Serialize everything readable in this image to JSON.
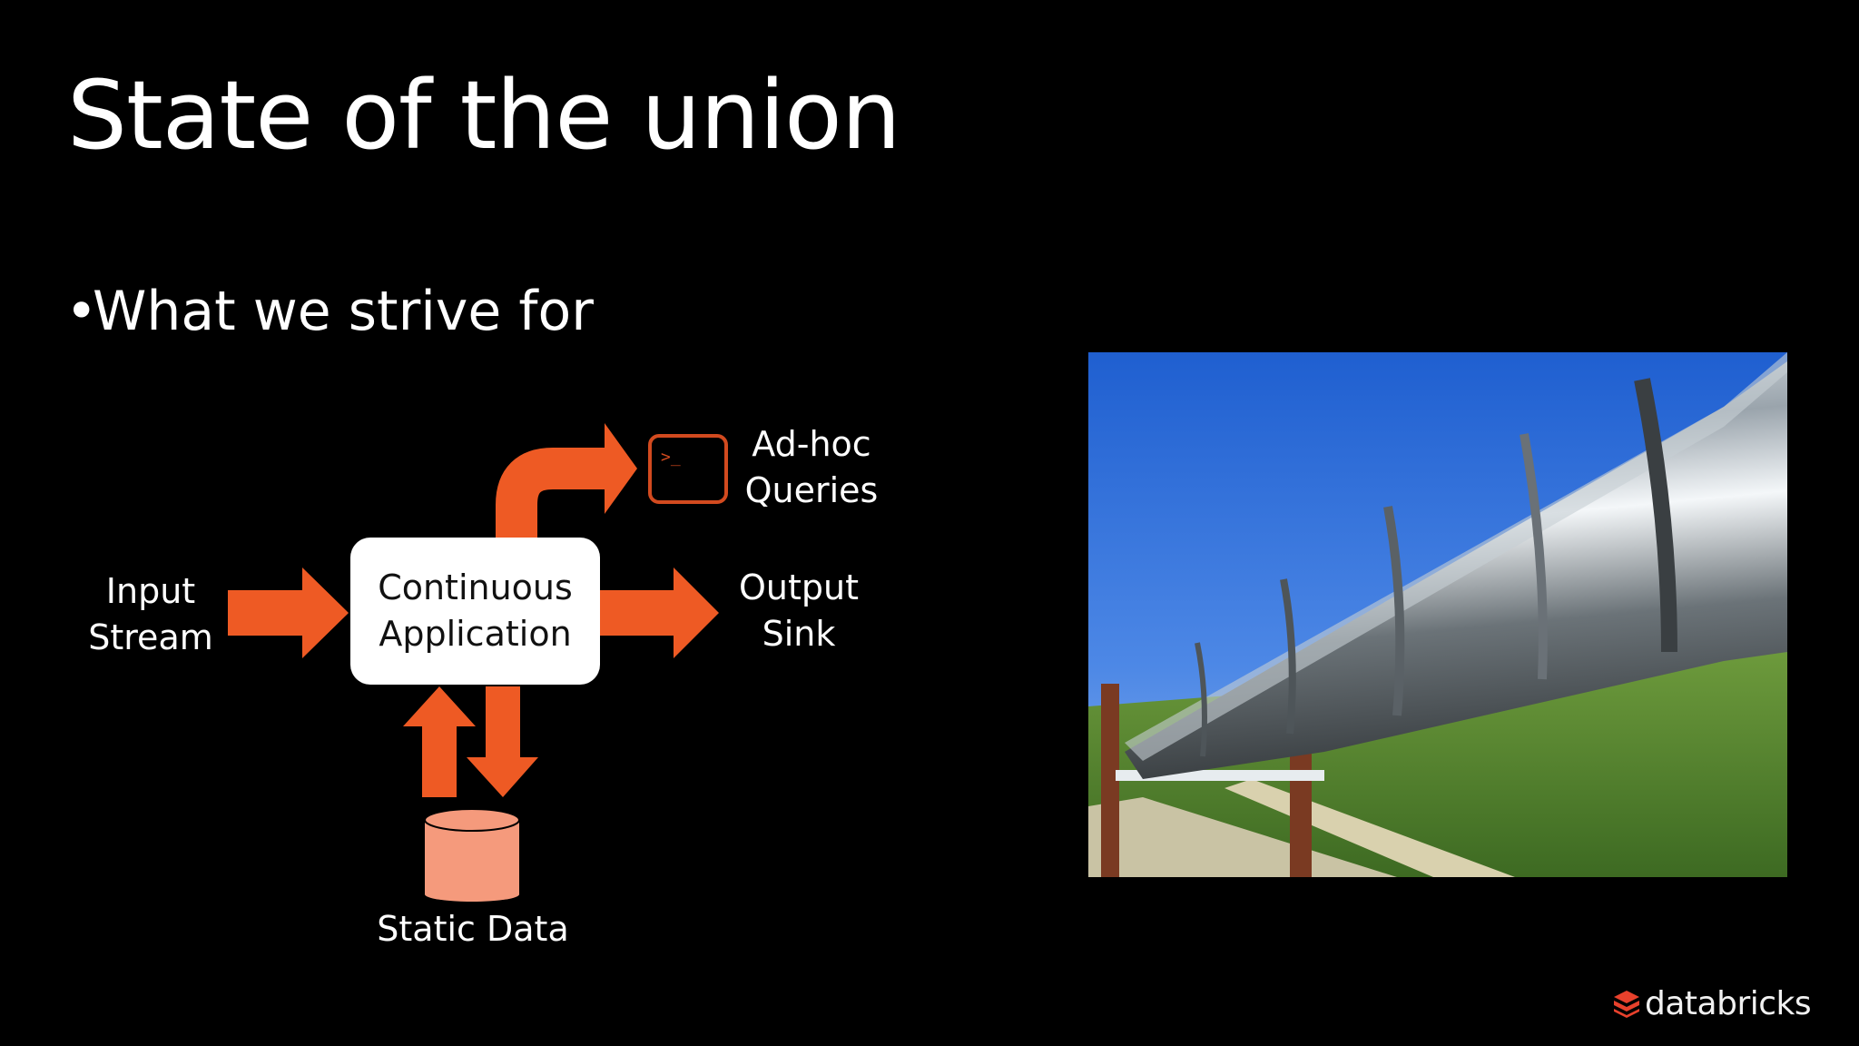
{
  "slide": {
    "title": "State of the union",
    "bullet": "What we strive for"
  },
  "diagram": {
    "input_line1": "Input",
    "input_line2": "Stream",
    "app_line1": "Continuous",
    "app_line2": "Application",
    "adhoc_line1": "Ad-hoc",
    "adhoc_line2": "Queries",
    "output_line1": "Output",
    "output_line2": "Sink",
    "static_label": "Static Data",
    "terminal_prompt": ">_"
  },
  "colors": {
    "background": "#000000",
    "arrow": "#ee5a24",
    "terminal": "#d24a1f",
    "database": "#f59a7c",
    "box": "#ffffff"
  },
  "icons": {
    "terminal": "terminal-icon",
    "database": "database-icon",
    "logo": "databricks-logo-icon"
  },
  "brand": {
    "name": "databricks"
  }
}
